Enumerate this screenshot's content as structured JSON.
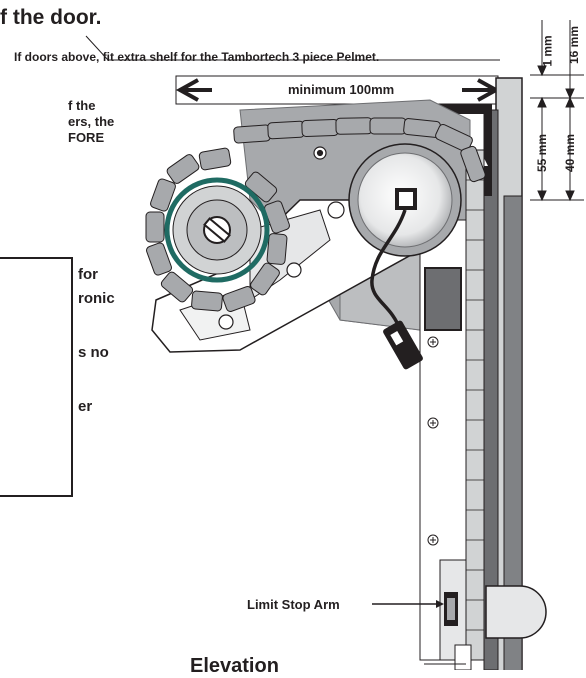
{
  "header": {
    "title": "f the door."
  },
  "note": "If doors above, fit extra shelf for the Tambortech 3 piece Pelmet.",
  "dimension_min_width": "minimum 100mm",
  "left_text": {
    "lines": [
      "f the",
      "ers, the",
      "FORE"
    ]
  },
  "boxed_text": {
    "lines": [
      "for",
      "ronic",
      "s no",
      "er"
    ]
  },
  "dims": {
    "d1": "1 mm",
    "d16": "16 mm",
    "d55": "55 mm",
    "d40": "40 mm"
  },
  "callout": "Limit Stop Arm",
  "footer": "Elevation",
  "colors": {
    "ink": "#231f20",
    "gray_dark": "#6d6e71",
    "gray_mid": "#a7a9ac",
    "gray_light": "#d1d3d4",
    "teal": "#1f6b63"
  }
}
